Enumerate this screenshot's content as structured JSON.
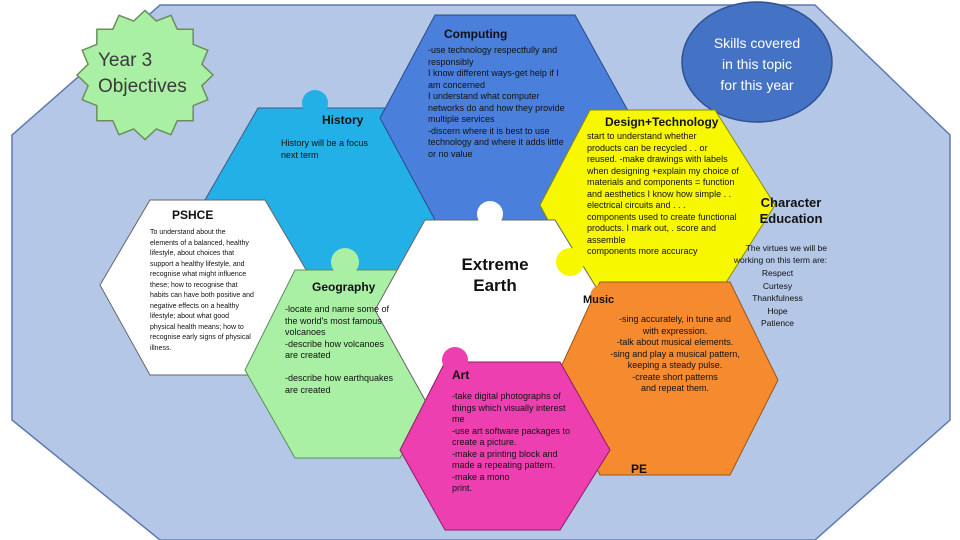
{
  "colors": {
    "background_octagon": "#b4c7e7",
    "year_badge": "#a9f0a4",
    "history": "#23b0e7",
    "computing": "#4a7fdc",
    "design_technology": "#f7f700",
    "pshce": "#ffffff",
    "geography": "#a9f0a4",
    "extreme_earth": "#ffffff",
    "music": "#f58a2f",
    "art": "#ee3fb0",
    "pe": "#6b87c8",
    "skills_bubble": "#4472c4"
  },
  "year_badge": {
    "text": "Year 3\nObjectives"
  },
  "skills_bubble": {
    "text": "Skills covered\nin this topic\nfor this year"
  },
  "center": {
    "title": "Extreme\nEarth"
  },
  "history": {
    "title": "History",
    "body": "History will be a focus\nnext term"
  },
  "computing": {
    "title": "Computing",
    "body": "-use technology respectfully and\nresponsibly\nI know different ways-get help if I\nam concerned\nI understand what computer\nnetworks do and how they provide\nmultiple services\n-discern where it is best to use\ntechnology and where it adds little\nor no value"
  },
  "design_technology": {
    "title": "Design+Technology",
    "body": "start to understand whether\nproducts can be recycled .   .   or\nreused. -make drawings with labels\nwhen designing +explain my choice of\nmaterials and components = function\nand aesthetics I know how simple  .   .\nelectrical circuits and  .   .   .\ncomponents used to create functional\nproducts. I mark out, .  score and\nassemble\ncomponents more accuracy"
  },
  "pshce": {
    "title": "PSHCE",
    "body": "To understand about the\nelements of a balanced, healthy\nlifestyle, about choices that\nsupport a healthy lifestyle, and\nrecognise what might influence\nthese; how to recognise that\nhabits can have both positive and\nnegative effects on a healthy\nlifestyle; about what good\nphysical health means; how to\nrecognise early signs of physical\nillness."
  },
  "geography": {
    "title": "Geography",
    "body": "-locate and name some of\nthe world's most famous\nvolcanoes\n-describe how volcanoes\nare created\n\n-describe how earthquakes\nare created"
  },
  "music": {
    "title": "Music",
    "body": "-sing accurately, in tune and\nwith expression.\n-talk about musical elements.\n-sing and play a musical pattern,\nkeeping a steady pulse.\n-create short patterns\nand repeat them."
  },
  "art": {
    "title": "Art",
    "body": "-take digital photographs of\nthings which visually interest\nme\n-use art software packages to\ncreate a picture.\n-make a printing block and\nmade a repeating pattern.\n-make a mono\nprint."
  },
  "pe": {
    "title": "PE"
  },
  "character_education": {
    "title": "Character\nEducation",
    "intro": "The virtues we will be\nworking on this term are:",
    "virtues": [
      "Respect",
      "Curtesy",
      "Thankfulness",
      "Hope",
      "Patience"
    ]
  }
}
